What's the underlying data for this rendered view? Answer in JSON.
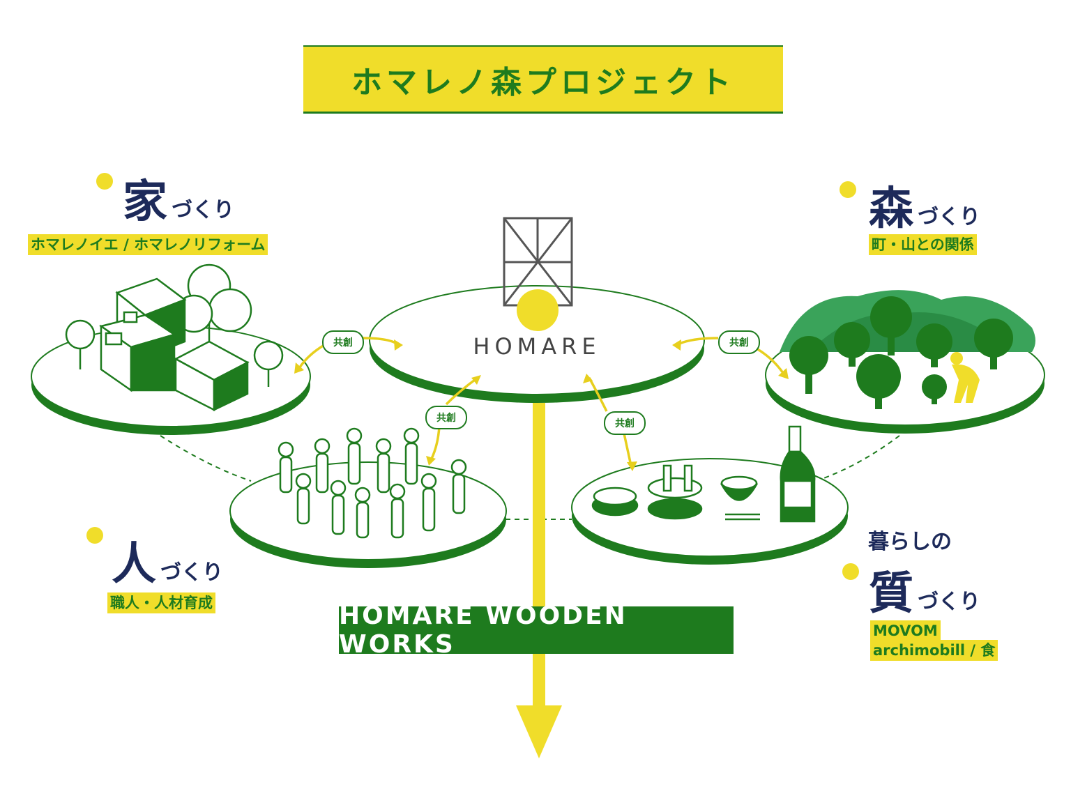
{
  "title": "ホマレノ森プロジェクト",
  "center": {
    "brand": "HOMARE"
  },
  "collab_label": "共創",
  "bottom_label": "HOMARE WOODEN WORKS",
  "nodes": {
    "house": {
      "big": "家",
      "small": "づくり",
      "tag": "ホマレノイエ / ホマレノリフォーム"
    },
    "forest": {
      "big": "森",
      "small": "づくり",
      "tag": "町・山との関係"
    },
    "people": {
      "big": "人",
      "small": "づくり",
      "tag": "職人・人材育成"
    },
    "quality": {
      "pre": "暮らしの",
      "big": "質",
      "small": "づくり",
      "tag_line1": "MOVOM",
      "tag_line2": "archimobill / 食"
    }
  },
  "colors": {
    "green": "#1e7b1e",
    "yellow": "#f0dd2a",
    "navy": "#1d2a5a"
  }
}
